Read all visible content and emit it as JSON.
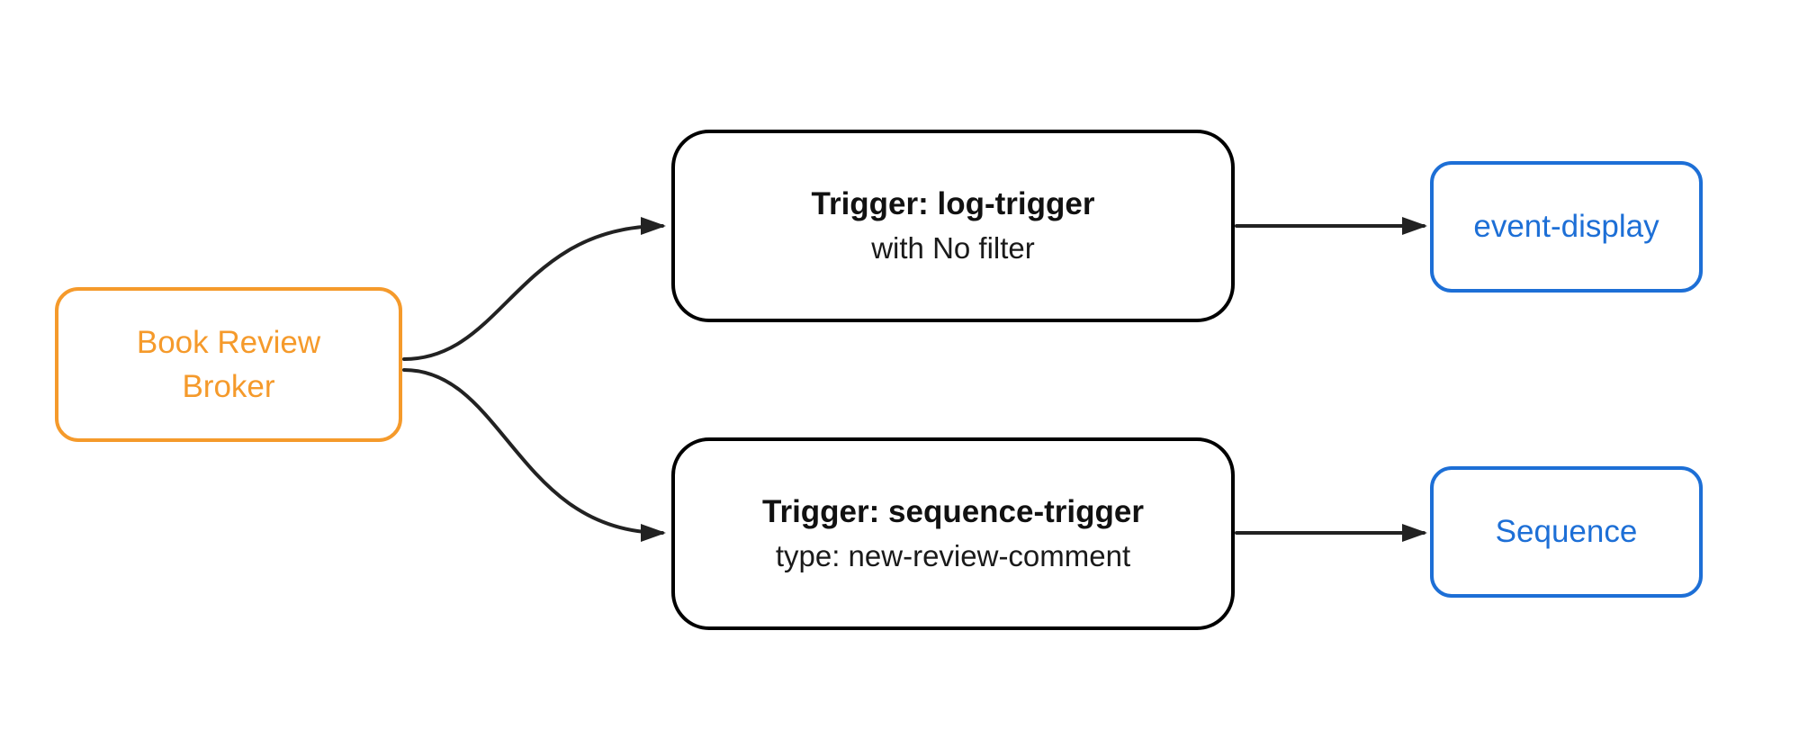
{
  "diagram": {
    "type": "flowchart",
    "background": "#ffffff",
    "nodes": {
      "broker": {
        "label": "Book Review Broker"
      },
      "log_trigger": {
        "title": "Trigger: log-trigger",
        "subtitle": "with No filter"
      },
      "sequence_trigger": {
        "title": "Trigger: sequence-trigger",
        "subtitle": "type: new-review-comment"
      },
      "event_display": {
        "label": "event-display"
      },
      "sequence": {
        "label": "Sequence"
      }
    },
    "edges": [
      {
        "from": "broker",
        "to": "log_trigger"
      },
      {
        "from": "broker",
        "to": "sequence_trigger"
      },
      {
        "from": "log_trigger",
        "to": "event_display"
      },
      {
        "from": "sequence_trigger",
        "to": "sequence"
      }
    ],
    "colors": {
      "broker": "#F59A2B",
      "trigger_border": "#000000",
      "trigger_text": "#111111",
      "sink": "#1D6FD6",
      "arrow": "#222222"
    }
  }
}
